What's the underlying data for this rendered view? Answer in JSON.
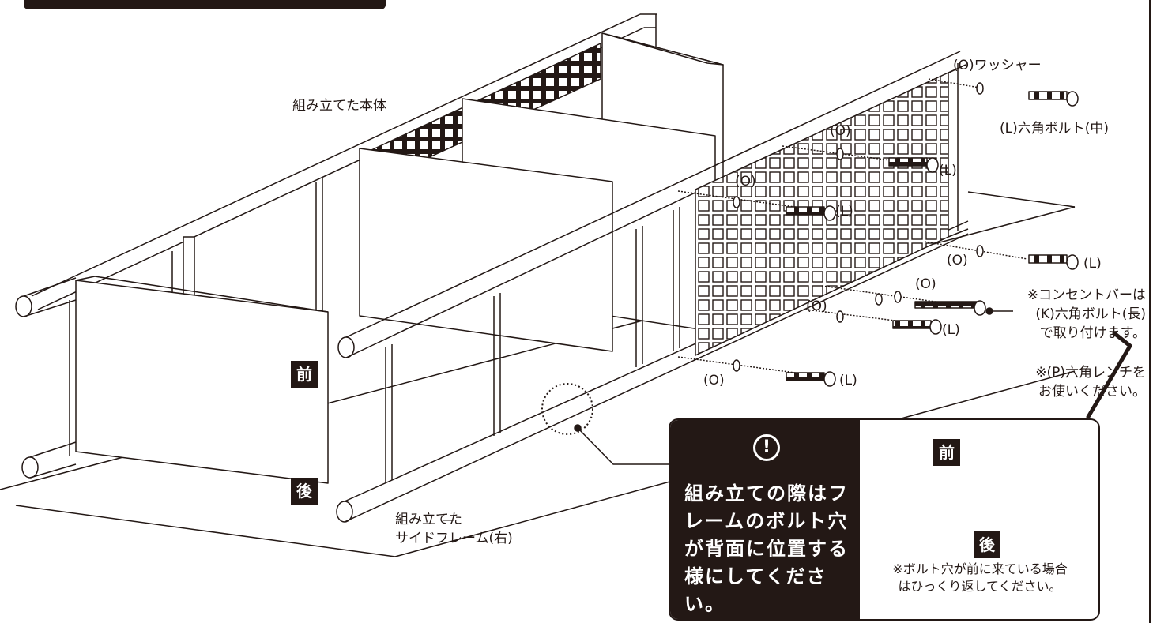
{
  "labels": {
    "assembled_body": "組み立てた本体",
    "washer_top": "(O)ワッシャー",
    "bolt_medium": "(L)六角ボルト(中)",
    "o1": "(O)",
    "l1": "(L)",
    "o2": "(O)",
    "l2": "(L)",
    "o3": "(O)",
    "l3": "(L)",
    "o4": "(O)",
    "o5": "(O)",
    "l5": "(L)",
    "o6": "(O)",
    "l6": "(L)",
    "outlet_note": [
      "※コンセントバーは",
      "(K)六角ボルト(長)",
      "で取り付けます。"
    ],
    "wrench_note": [
      "※(P)六角レンチを",
      "お使いください。"
    ],
    "side_frame": [
      "組み立てた",
      "サイドフレーム(右)"
    ]
  },
  "tags": {
    "front": "前",
    "back": "後"
  },
  "warning": {
    "icon": "exclamation-icon",
    "symbol": "!",
    "text": "組み立ての際はフレームのボルト穴が背面に位置する様にしてください。",
    "note": [
      "※ボルト穴が前に来ている場合",
      "はひっくり返してください。"
    ]
  },
  "colors": {
    "ink": "#231815",
    "paper": "#ffffff"
  }
}
